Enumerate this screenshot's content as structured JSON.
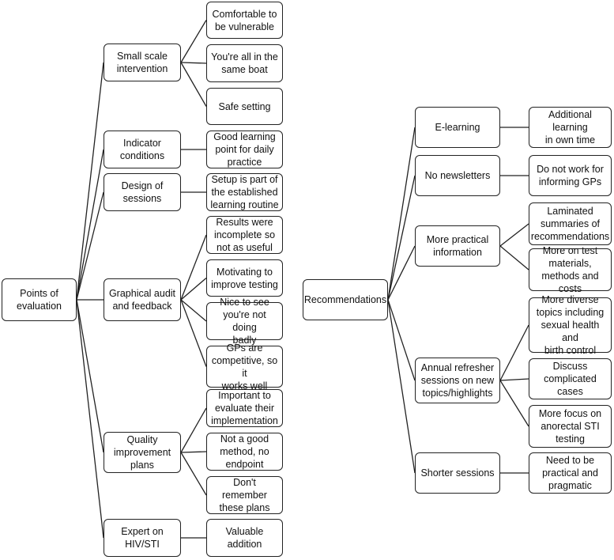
{
  "colors": {
    "stroke": "#222222",
    "background": "#ffffff"
  },
  "left": {
    "root": "Points of\nevaluation",
    "branches": [
      {
        "label": "Small scale\nintervention",
        "leaves": [
          "Comfortable to\nbe vulnerable",
          "You're all in the\nsame boat",
          "Safe setting"
        ]
      },
      {
        "label": "Indicator\nconditions",
        "leaves": [
          "Good learning\npoint for daily\npractice"
        ]
      },
      {
        "label": "Design of\nsessions",
        "leaves": [
          "Setup is part of\nthe established\nlearning routine"
        ]
      },
      {
        "label": "Graphical audit\nand feedback",
        "leaves": [
          "Results were\nincomplete so\nnot as useful",
          "Motivating to\nimprove testing",
          "Nice to see\nyou're not doing\nbadly",
          "GPs are\ncompetitive, so it\nworks well"
        ]
      },
      {
        "label": "Quality\nimprovement\nplans",
        "leaves": [
          "Important to\nevaluate their\nimplementation",
          "Not a good\nmethod, no\nendpoint",
          "Don't remember\nthese plans"
        ]
      },
      {
        "label": "Expert on\nHIV/STI",
        "leaves": [
          "Valuable\naddition"
        ]
      }
    ]
  },
  "right": {
    "root": "Recommendations",
    "branches": [
      {
        "label": "E-learning",
        "leaves": [
          "Additional learning\nin own time"
        ]
      },
      {
        "label": "No newsletters",
        "leaves": [
          "Do not work for\ninforming GPs"
        ]
      },
      {
        "label": "More practical\ninformation",
        "leaves": [
          "Laminated\nsummaries of\nrecommendations",
          "More on test\nmaterials,\nmethods and costs"
        ]
      },
      {
        "label": "Annual refresher\nsessions on new\ntopics/highlights",
        "leaves": [
          "More diverse\ntopics including\nsexual health and\nbirth control",
          "Discuss\ncomplicated cases",
          "More focus on\nanorectal STI\ntesting"
        ]
      },
      {
        "label": "Shorter sessions",
        "leaves": [
          "Need to be\npractical and\npragmatic"
        ]
      }
    ]
  }
}
